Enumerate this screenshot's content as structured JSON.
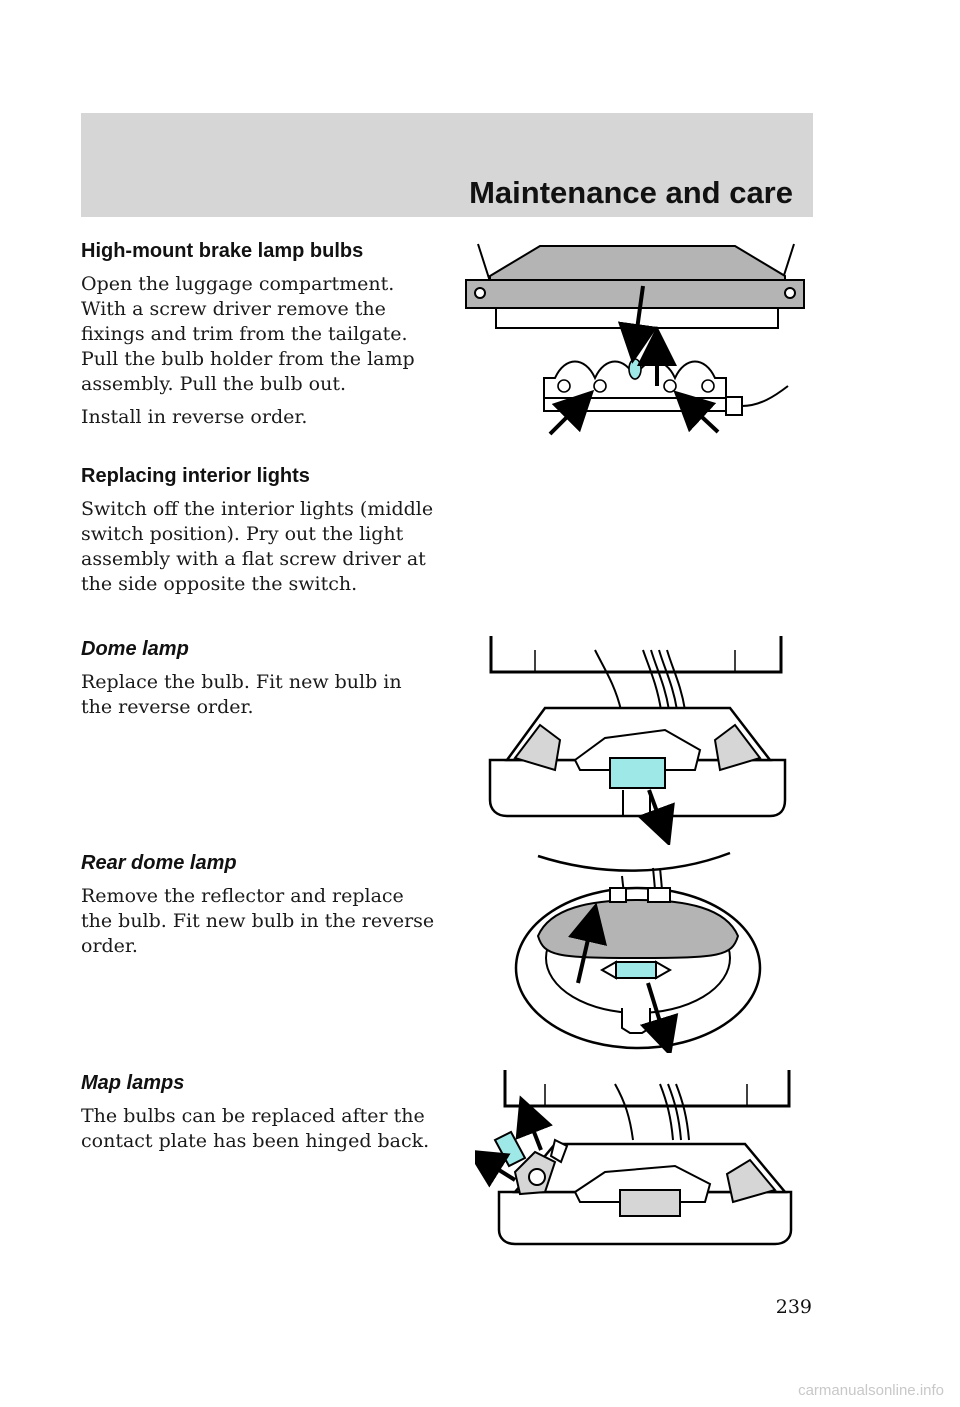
{
  "header": {
    "title": "Maintenance and care"
  },
  "sections": [
    {
      "heading": "High-mount brake lamp bulbs",
      "paragraphs": [
        "Open the luggage compartment. With a screw driver remove the fixings and trim from the tailgate. Pull the bulb holder from the lamp assembly. Pull the bulb out.",
        "Install in reverse order."
      ]
    },
    {
      "heading": "Replacing interior lights",
      "paragraphs": [
        "Switch off the interior lights (middle switch position). Pry out the light assembly with a flat screw driver at the side opposite the switch."
      ]
    },
    {
      "heading": "Dome lamp",
      "paragraphs": [
        "Replace the bulb. Fit new bulb in the reverse order."
      ]
    },
    {
      "heading": "Rear dome lamp",
      "paragraphs": [
        "Remove the reflector and replace the bulb. Fit new bulb in the reverse order."
      ]
    },
    {
      "heading": "Map lamps",
      "paragraphs": [
        "The bulbs can be replaced after the contact plate has been hinged back."
      ]
    }
  ],
  "page_number": "239",
  "watermark": "carmanualsonline.info",
  "colors": {
    "header_band": "#d6d6d6",
    "bulb": "#9fe8e8",
    "housing": "#b4b4b4"
  }
}
